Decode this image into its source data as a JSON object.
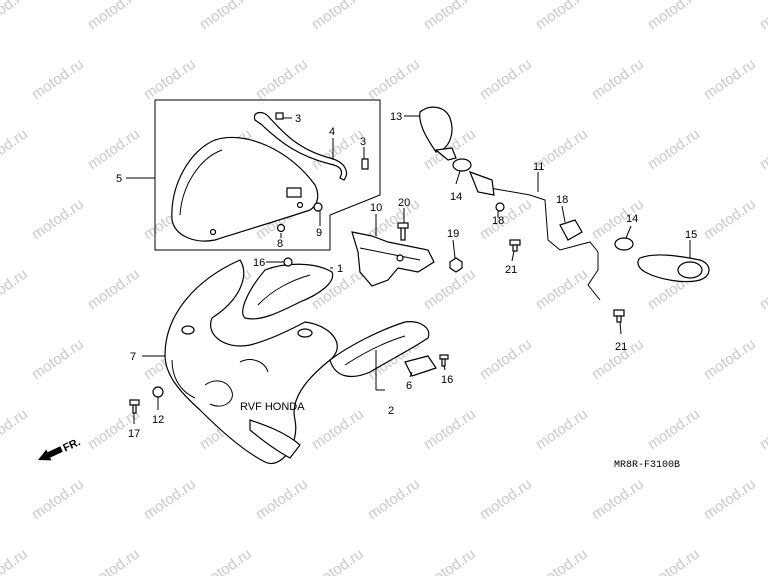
{
  "diagram": {
    "watermark_text": "motod.ru",
    "drawing_code": "MR8R-F3100B",
    "front_indicator": "FR.",
    "decal_text": "RVF HONDA",
    "callouts": [
      {
        "id": "c5",
        "text": "5"
      },
      {
        "id": "c3a",
        "text": "3"
      },
      {
        "id": "c4",
        "text": "4"
      },
      {
        "id": "c3b",
        "text": "3"
      },
      {
        "id": "c8",
        "text": "8"
      },
      {
        "id": "c9",
        "text": "9"
      },
      {
        "id": "c13",
        "text": "13"
      },
      {
        "id": "c14a",
        "text": "14"
      },
      {
        "id": "c11",
        "text": "11"
      },
      {
        "id": "c18a",
        "text": "18"
      },
      {
        "id": "c18b",
        "text": "18"
      },
      {
        "id": "c10",
        "text": "10"
      },
      {
        "id": "c20",
        "text": "20"
      },
      {
        "id": "c19",
        "text": "19"
      },
      {
        "id": "c21a",
        "text": "21"
      },
      {
        "id": "c14b",
        "text": "14"
      },
      {
        "id": "c15",
        "text": "15"
      },
      {
        "id": "c21b",
        "text": "21"
      },
      {
        "id": "c16a",
        "text": "16"
      },
      {
        "id": "c1",
        "text": "1"
      },
      {
        "id": "c7",
        "text": "7"
      },
      {
        "id": "c6",
        "text": "6"
      },
      {
        "id": "c16b",
        "text": "16"
      },
      {
        "id": "c2",
        "text": "2"
      },
      {
        "id": "c12",
        "text": "12"
      },
      {
        "id": "c17",
        "text": "17"
      }
    ]
  }
}
